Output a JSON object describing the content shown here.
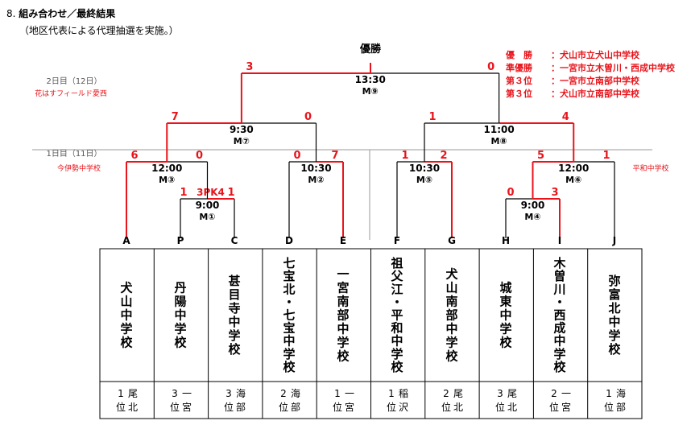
{
  "header": {
    "number": "8.",
    "title": "組み合わせ／最終結果",
    "note": "（地区代表による代理抽選を実施。）"
  },
  "final_label": "優勝",
  "results": [
    {
      "rank": "優　勝",
      "sep": "：",
      "school": "犬山市立犬山中学校"
    },
    {
      "rank": "準優勝",
      "sep": "：",
      "school": "一宮市立木曽川・西成中学校"
    },
    {
      "rank": "第３位",
      "sep": "：",
      "school": "一宮市立南部中学校"
    },
    {
      "rank": "第３位",
      "sep": "：",
      "school": "犬山市立南部中学校"
    }
  ],
  "days": {
    "day2": {
      "label": "2日目（12日）",
      "venue": "花はすフィールド愛西"
    },
    "day1": {
      "label": "1日目（11日）",
      "venue_left": "今伊勢中学校",
      "venue_right": "平和中学校"
    }
  },
  "matches": {
    "m1": {
      "time": "9:00",
      "label": "M①",
      "score_left": "1",
      "score_pk": "3PK4",
      "score_right": "1"
    },
    "m2": {
      "time": "10:30",
      "label": "M②",
      "score_left": "0",
      "score_right": "7"
    },
    "m3": {
      "time": "12:00",
      "label": "M③",
      "score_left": "6",
      "score_right": "0"
    },
    "m4": {
      "time": "9:00",
      "label": "M④",
      "score_left": "0",
      "score_right": "3"
    },
    "m5": {
      "time": "10:30",
      "label": "M⑤",
      "score_left": "1",
      "score_right": "2"
    },
    "m6": {
      "time": "12:00",
      "label": "M⑥",
      "score_left": "5",
      "score_right": "1"
    },
    "m7": {
      "time": "9:30",
      "label": "M⑦",
      "score_left": "7",
      "score_right": "0"
    },
    "m8": {
      "time": "11:00",
      "label": "M⑧",
      "score_left": "1",
      "score_right": "4"
    },
    "m9": {
      "time": "13:30",
      "label": "M⑨",
      "score_left": "3",
      "score_right": "0"
    }
  },
  "teams": [
    {
      "letter": "A",
      "name": "犬山中学校",
      "seed_num": "1",
      "seed_region": "尾",
      "seed_pos": "位",
      "seed_pos2": "北"
    },
    {
      "letter": "P",
      "name": "丹陽中学校",
      "seed_num": "3",
      "seed_region": "一",
      "seed_pos": "位",
      "seed_pos2": "宮"
    },
    {
      "letter": "C",
      "name": "甚目寺中学校",
      "seed_num": "3",
      "seed_region": "海",
      "seed_pos": "位",
      "seed_pos2": "部"
    },
    {
      "letter": "D",
      "name": "七宝北・七宝中学校",
      "seed_num": "2",
      "seed_region": "海",
      "seed_pos": "位",
      "seed_pos2": "部"
    },
    {
      "letter": "E",
      "name": "一宮南部中学校",
      "seed_num": "1",
      "seed_region": "一",
      "seed_pos": "位",
      "seed_pos2": "宮"
    },
    {
      "letter": "F",
      "name": "祖父江・平和中学校",
      "seed_num": "1",
      "seed_region": "稲",
      "seed_pos": "位",
      "seed_pos2": "沢"
    },
    {
      "letter": "G",
      "name": "犬山南部中学校",
      "seed_num": "2",
      "seed_region": "尾",
      "seed_pos": "位",
      "seed_pos2": "北"
    },
    {
      "letter": "H",
      "name": "城東中学校",
      "seed_num": "3",
      "seed_region": "尾",
      "seed_pos": "位",
      "seed_pos2": "北"
    },
    {
      "letter": "I",
      "name": "木曽川・西成中学校",
      "seed_num": "2",
      "seed_region": "一",
      "seed_pos": "位",
      "seed_pos2": "宮"
    },
    {
      "letter": "J",
      "name": "弥富北中学校",
      "seed_num": "1",
      "seed_region": "海",
      "seed_pos": "位",
      "seed_pos2": "部"
    }
  ],
  "colors": {
    "win": "#e8141b",
    "line": "#000000",
    "divider": "#999999"
  }
}
